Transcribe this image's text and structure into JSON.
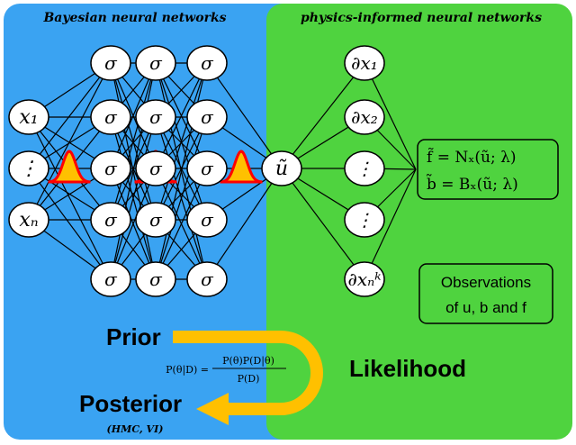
{
  "panels": {
    "left_title": "Bayesian neural networks",
    "right_title": "physics-informed neural networks"
  },
  "colors": {
    "left_panel": "#3aa3f2",
    "right_panel": "#4fd33f",
    "node_fill": "#ffffff",
    "arrow": "#ffc000",
    "gauss_red": "#ff0000",
    "gauss_yellow": "#ffc000"
  },
  "inputs": [
    "x₁",
    "⋮",
    "xₙ"
  ],
  "hidden_label": "σ",
  "output_label": "ũ",
  "derivatives": [
    "∂x₁",
    "∂x₂",
    "⋮",
    "⋮",
    "∂xₙᵏ"
  ],
  "equations": [
    "f̃ = Nₓ(ũ; λ)",
    "b̃ = Bₓ(ũ; λ)"
  ],
  "observations": {
    "line1": "Observations",
    "line2": "of u, b and f"
  },
  "labels": {
    "prior": "Prior",
    "likelihood": "Likelihood",
    "posterior": "Posterior",
    "methods": "(HMC, VI)",
    "bayes_lhs": "P(θ|D) =",
    "bayes_num": "P(θ)P(D|θ)",
    "bayes_den": "P(D)"
  }
}
